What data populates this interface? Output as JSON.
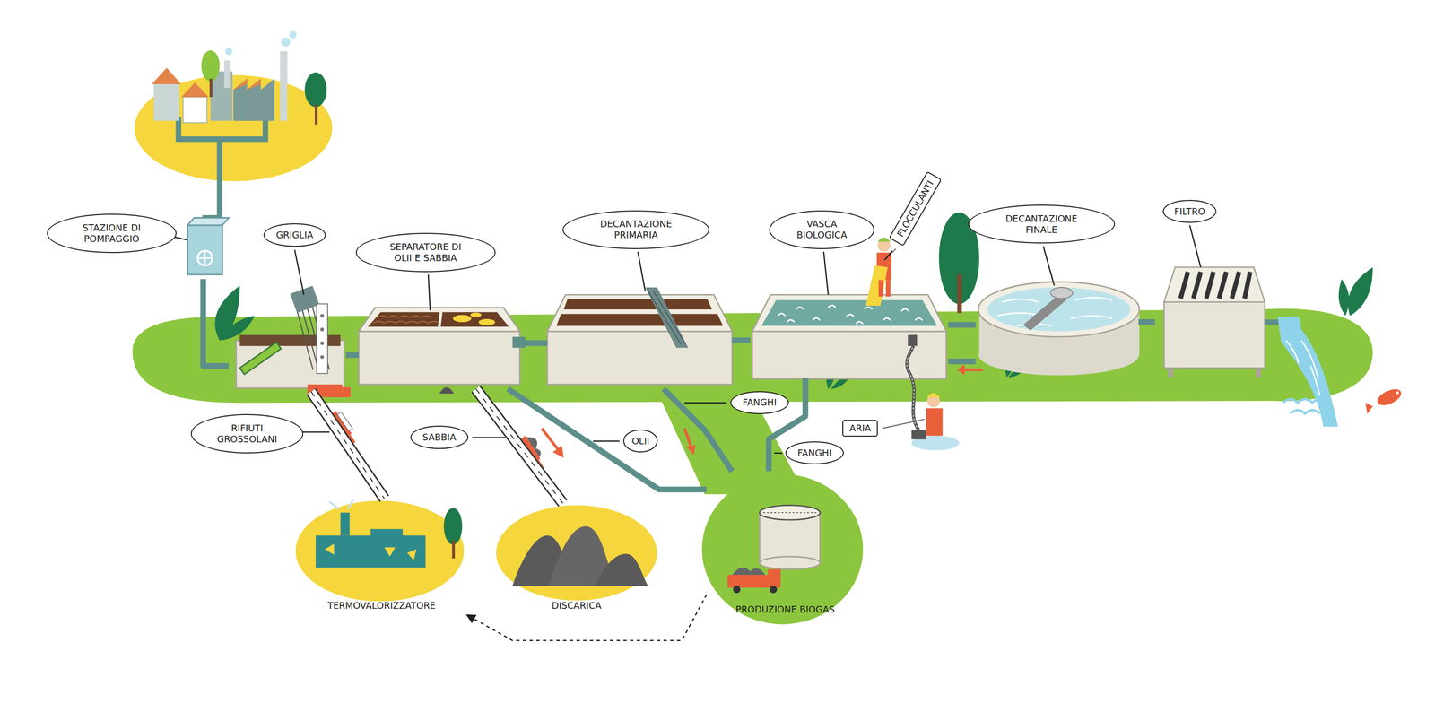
{
  "diagram": {
    "nodes": [
      {
        "text": [
          "STAZIONE DI POMPAGGIO"
        ]
      },
      {
        "text": [
          "GRIGLIA"
        ]
      },
      {
        "text": [
          "SEPARATORE DI OLII E SABBIA"
        ]
      },
      {
        "text": [
          "DECANTAZIONE PRIMARIA"
        ]
      },
      {
        "text": [
          "VASCA BIOLOGICA"
        ]
      },
      {
        "text": [
          "DECANTAZIONE FINALE"
        ]
      },
      {
        "text": [
          "FILTRO"
        ]
      },
      {
        "text": [
          "TERMOVALORIZZATORE"
        ]
      },
      {
        "text": [
          "DISCARICA"
        ]
      },
      {
        "text": [
          "PRODUZIONE BIOGAS"
        ]
      }
    ],
    "edges": [
      {
        "from": 0,
        "to": 1,
        "arrow": "none"
      },
      {
        "from": 1,
        "to": 2,
        "arrow": "none"
      },
      {
        "from": 2,
        "to": 3,
        "arrow": "none"
      },
      {
        "from": 3,
        "to": 4,
        "arrow": "none"
      },
      {
        "from": 4,
        "to": 5,
        "arrow": "none"
      },
      {
        "from": 5,
        "to": 6,
        "arrow": "none"
      },
      {
        "from": 5,
        "to": 4,
        "arrow": "none"
      },
      {
        "from": 1,
        "to": 7,
        "label": "RIFIUTI GROSSOLANI",
        "arrow": "none"
      },
      {
        "from": 2,
        "to": 8,
        "label": "SABBIA",
        "arrow": "none"
      },
      {
        "from": 2,
        "to": 9,
        "label": "OLII",
        "arrow": "none"
      },
      {
        "from": 3,
        "to": 9,
        "label": "FANGHI",
        "arrow": "none"
      },
      {
        "from": 4,
        "to": 9,
        "label": "FANGHI",
        "arrow": "none"
      },
      {
        "from": 9,
        "to": 7,
        "arrow": "to"
      }
    ],
    "labels": [
      "FLOCCULANTI",
      "ARIA"
    ]
  }
}
